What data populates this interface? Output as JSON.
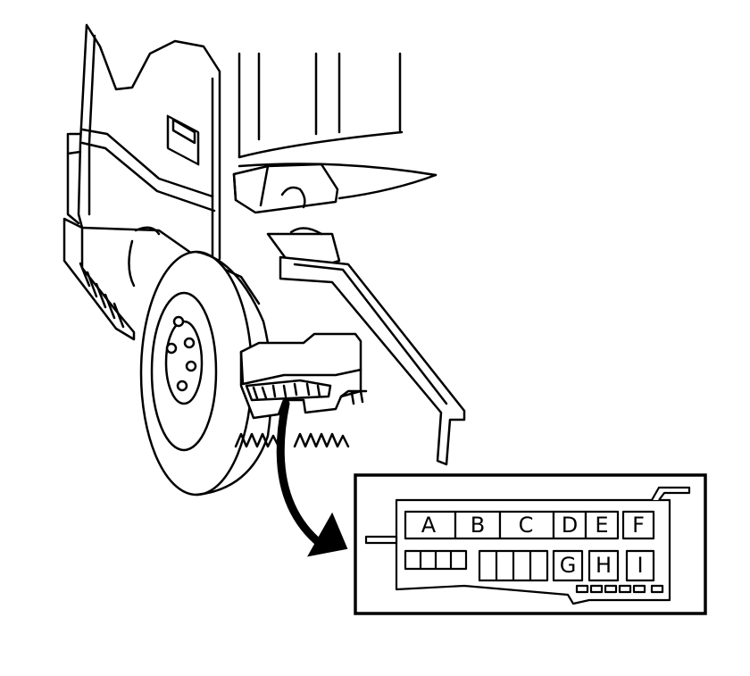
{
  "fuse_block": {
    "top_row": [
      "A",
      "B",
      "C",
      "D",
      "E",
      "F"
    ],
    "bottom_row": [
      "G",
      "H",
      "I"
    ]
  },
  "colors": {
    "line": "#000000",
    "background": "#ffffff"
  },
  "icons": {
    "vehicle": "vehicle-underside-illustration",
    "wheel": "rear-wheel-illustration",
    "connector": "fuse-block-connector-illustration",
    "arrow": "curved-callout-arrow"
  }
}
